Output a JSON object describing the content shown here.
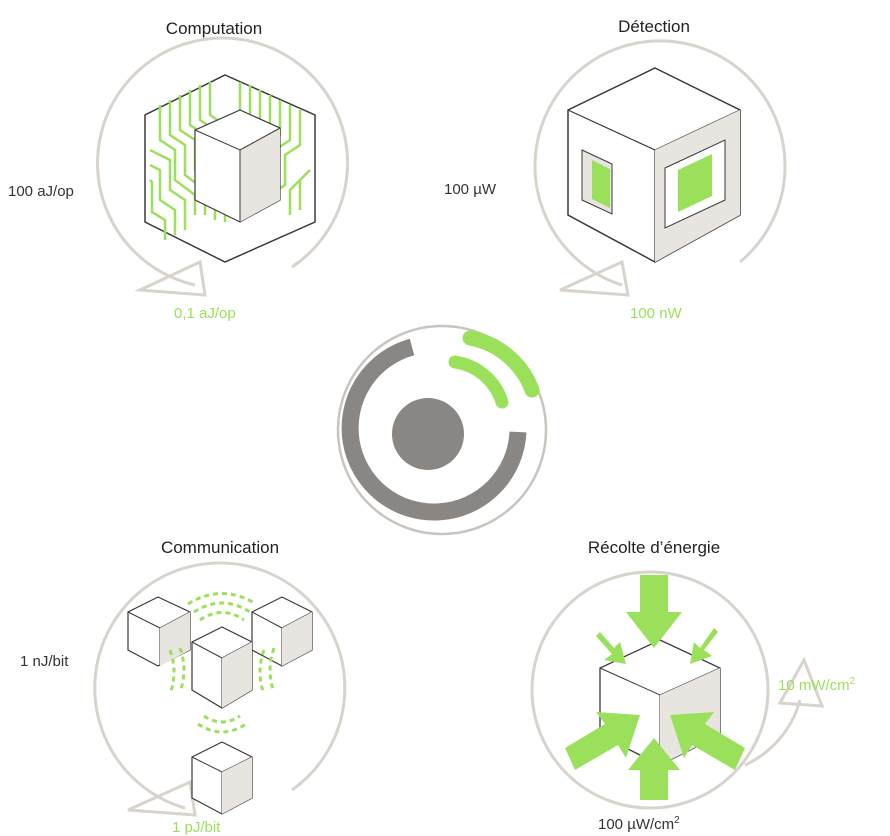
{
  "colors": {
    "accent": "#9be05a",
    "outline": "#3a3a3a",
    "arc": "#d8d3cc",
    "cube_shade": "#e8e5e0",
    "logo_gray": "#8a8683",
    "text": "#222222"
  },
  "panels": {
    "computation": {
      "title": "Computation",
      "before": "100 aJ/op",
      "after": "0,1 aJ/op"
    },
    "detection": {
      "title": "Détection",
      "before": "100 µW",
      "after": "100 nW"
    },
    "communication": {
      "title": "Communication",
      "before": "1 nJ/bit",
      "after": "1 pJ/bit"
    },
    "harvesting": {
      "title": "Récolte d’énergie",
      "before": "100 µW/cm",
      "after": "10 mW/cm",
      "unit_exponent": "2"
    }
  }
}
